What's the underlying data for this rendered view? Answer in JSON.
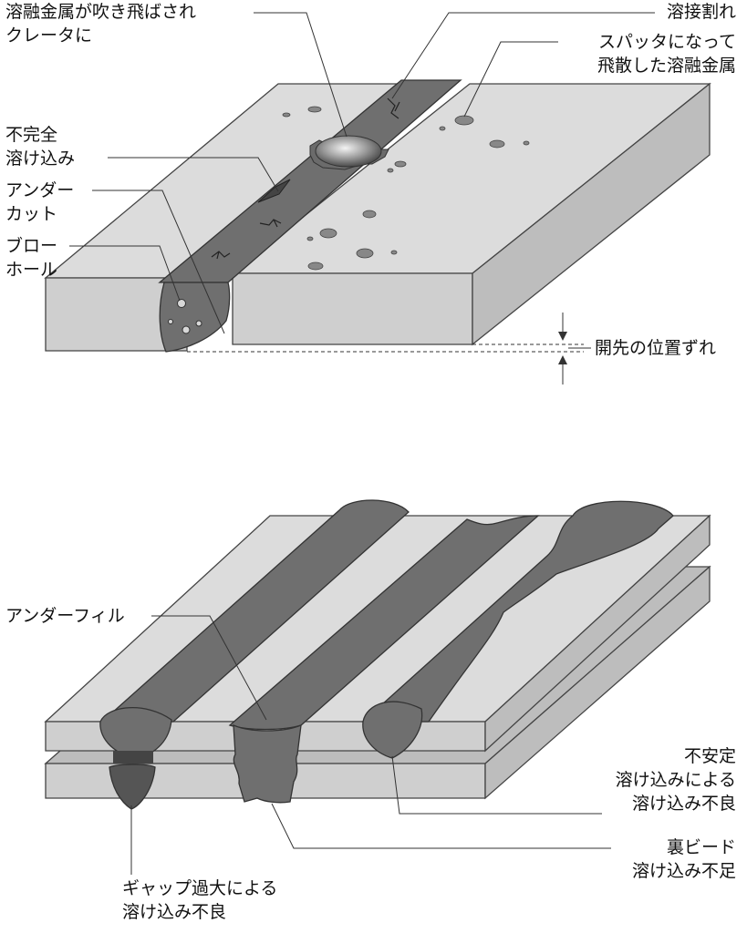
{
  "colors": {
    "plate_top": "#dcdcdc",
    "plate_front": "#cfcfcf",
    "plate_side": "#bdbdbd",
    "plate2_top": "#bdbdbd",
    "weld": "#6f6f6f",
    "weld_dark": "#555555",
    "leader": "#333333"
  },
  "top": {
    "crater": [
      "溶融金属が吹き飛ばされ",
      "クレータに"
    ],
    "crack": "溶接割れ",
    "spatter": [
      "スパッタになって",
      "飛散した溶融金属"
    ],
    "incomplete": [
      "不完全",
      "溶け込み"
    ],
    "undercut": [
      "アンダー",
      "カット"
    ],
    "blowhole": [
      "ブロー",
      "ホール"
    ],
    "misalign": "開先の位置ずれ"
  },
  "bottom": {
    "underfill": "アンダーフィル",
    "unstable": [
      "不安定",
      "溶け込みによる",
      "溶け込み不良"
    ],
    "backbead": [
      "裏ビード",
      "溶け込み不足"
    ],
    "gap": [
      "ギャップ過大による",
      "溶け込み不良"
    ]
  }
}
